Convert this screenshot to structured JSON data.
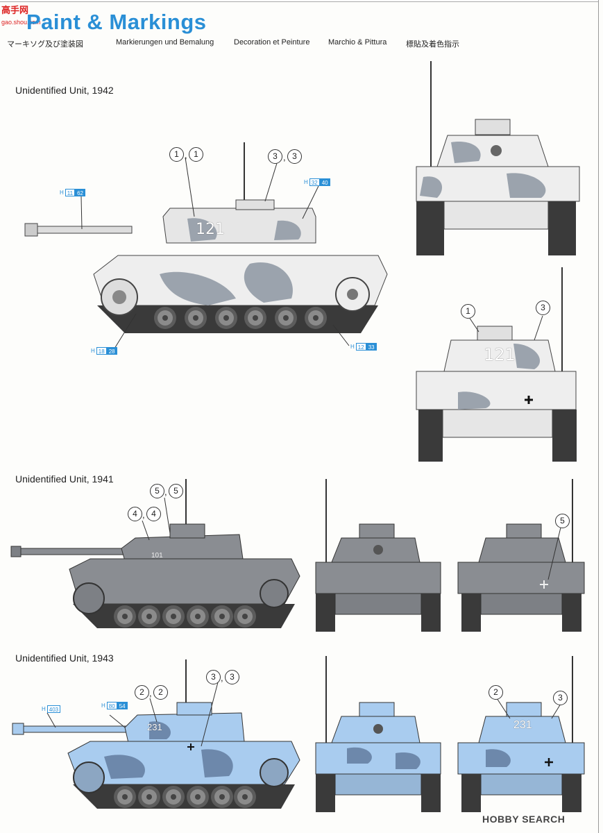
{
  "logo": {
    "text": "高手网",
    "url": "gao.shou.com"
  },
  "header": {
    "title": "Paint & Markings",
    "subtitles": [
      "マーキソグ及び塗装図",
      "Markierungen und Bemalung",
      "Decoration et Peinture",
      "Marchio & Pittura",
      "標貼及着色指示"
    ]
  },
  "sections": [
    {
      "label": "Unidentified Unit, 1942"
    },
    {
      "label": "Unidentified Unit, 1941"
    },
    {
      "label": "Unidentified Unit, 1943"
    }
  ],
  "callouts": {
    "s1_side_a": "1",
    "s1_side_b": "1",
    "s1_side_c": "3",
    "s1_side_d": "3",
    "s1_rear_a": "1",
    "s1_rear_b": "3",
    "s2_side_a": "5",
    "s2_side_b": "5",
    "s2_side_c": "4",
    "s2_side_d": "4",
    "s2_rear_a": "5",
    "s3_side_a": "2",
    "s3_side_b": "2",
    "s3_side_c": "3",
    "s3_side_d": "3",
    "s3_rear_a": "2",
    "s3_rear_b": "3"
  },
  "paint_codes": {
    "s1_gun": {
      "h": "H",
      "a": "11",
      "b": "62"
    },
    "s1_turret": {
      "h": "H",
      "a": "32",
      "b": "40"
    },
    "s1_track": {
      "h": "H",
      "a": "18",
      "b": "28"
    },
    "s1_hull": {
      "h": "H",
      "a": "12",
      "b": "33"
    },
    "s3_barrel": {
      "h": "H",
      "a": "403"
    },
    "s3_gun": {
      "h": "H",
      "a": "80",
      "b": "54"
    }
  },
  "tank_numbers": {
    "s1": "121",
    "s2": "101",
    "s3": "231"
  },
  "colors": {
    "accent": "#2a8fd6",
    "winter_white": "#eeeeee",
    "winter_gray": "#9ba3ad",
    "panzer_gray": "#8a8d92",
    "light_blue": "#a9ccef",
    "blue_spot": "#6d88ab",
    "track": "#3a3a3a"
  },
  "watermark": "HOBBY SEARCH"
}
